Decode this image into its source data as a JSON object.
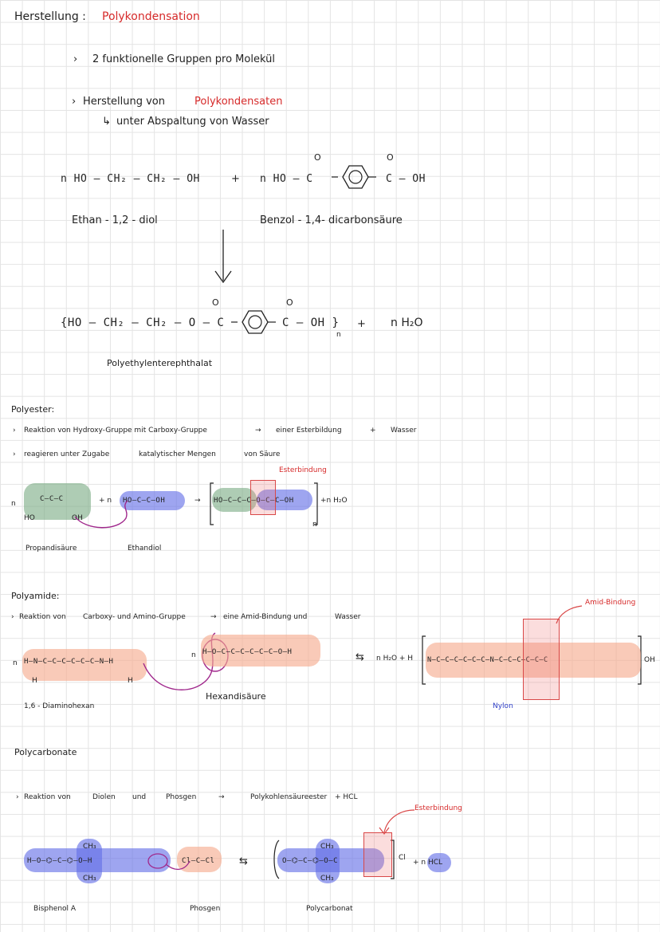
{
  "header": {
    "title": "Herstellung :",
    "method": "Polykondensation"
  },
  "intro": {
    "point1": "2 funktionelle Gruppen pro Molekül",
    "point2_prefix": "Herstellung von",
    "point2_highlight": "Polykondensaten",
    "point3": "unter Abspaltung von Wasser"
  },
  "pet": {
    "reactant1": "n HO – CH₂ – CH₂ – OH",
    "plus": "+",
    "reactant2_prefix": "n HO – C",
    "reactant2_suffix": "C – OH",
    "oxygen": "O",
    "reactant1_name": "Ethan - 1,2 - diol",
    "reactant2_name": "Benzol - 1,4- dicarbonsäure",
    "product_prefix": "{HO – CH₂ – CH₂ – O – C",
    "product_suffix": "C – OH }",
    "n_sub": "n",
    "product_plus": "+",
    "water": "n H₂O",
    "product_name": "Polyethylenterephthalat"
  },
  "polyester": {
    "heading": "Polyester:",
    "line1_a": "Reaktion von Hydroxy-Gruppe mit Carboxy-Gruppe",
    "line1_b": "einer Esterbildung",
    "line1_c": "+",
    "line1_d": "Wasser",
    "line2_a": "reagieren unter Zugabe",
    "line2_b": "katalytischer Mengen",
    "line2_c": "von Säure",
    "bond_label": "Esterbindung",
    "acid_formula": "C–C–C",
    "ho_left": "HO",
    "oh_right": "OH",
    "n1": "n",
    "n2": "+ n",
    "diol_formula": "HO–C–C–OH",
    "product_formula": "HO–C–C–C–O–C–C–OH",
    "water": "+n H₂O",
    "acid_name": "Propandisäure",
    "diol_name": "Ethandiol"
  },
  "polyamide": {
    "heading": "Polyamide:",
    "line1_a": "Reaktion von",
    "line1_b": "Carboxy- und Amino-Gruppe",
    "line1_c": "eine Amid-Bindung und",
    "line1_d": "Wasser",
    "bond_label": "Amid-Bindung",
    "n_left": "n",
    "diamine_formula": "H–N–C–C–C–C–C–C–N–H",
    "h_left": "H",
    "h_right": "H",
    "n_mid": "n",
    "acid_formula": "H–O–C–C–C–C–C–C–O–H",
    "water_part": "n H₂O + H",
    "polymer_formula": "N–C–C–C–C–C–C–N–C–C–C–C–C–C",
    "oh_end": "OH",
    "diamine_name": "1,6 - Diaminohexan",
    "acid_name": "Hexandisäure",
    "polymer_name": "Nylon"
  },
  "polycarbonate": {
    "heading": "Polycarbonate",
    "line1_a": "Reaktion von",
    "line1_b": "Diolen",
    "line1_c": "und",
    "line1_d": "Phosgen",
    "line1_e": "Polykohlensäureester",
    "line1_f": "+ HCL",
    "bond_label": "Esterbindung",
    "ch3": "CH₃",
    "bisphenol_formula": "H–O–⌬–C–⌬–O–H",
    "phosgene_formula": "Cl–C–Cl",
    "product_formula": "O–⌬–C–⌬–O–C",
    "cl_end": "Cl",
    "hcl": "+ n HCL",
    "bisphenol_name": "Bisphenol A",
    "phosgene_name": "Phosgen",
    "product_name": "Polycarbonat"
  },
  "symbols": {
    "arrow_right": "→",
    "equilibrium": "⇆",
    "bullet": "›",
    "sub_bullet": "↳"
  },
  "colors": {
    "title_red": "#d62a2a",
    "highlight_blue": "#626ee6",
    "highlight_green": "#78aa82",
    "highlight_orange": "#f6aa8c",
    "bond_box": "#d94848",
    "connector_purple": "#a0288c"
  }
}
